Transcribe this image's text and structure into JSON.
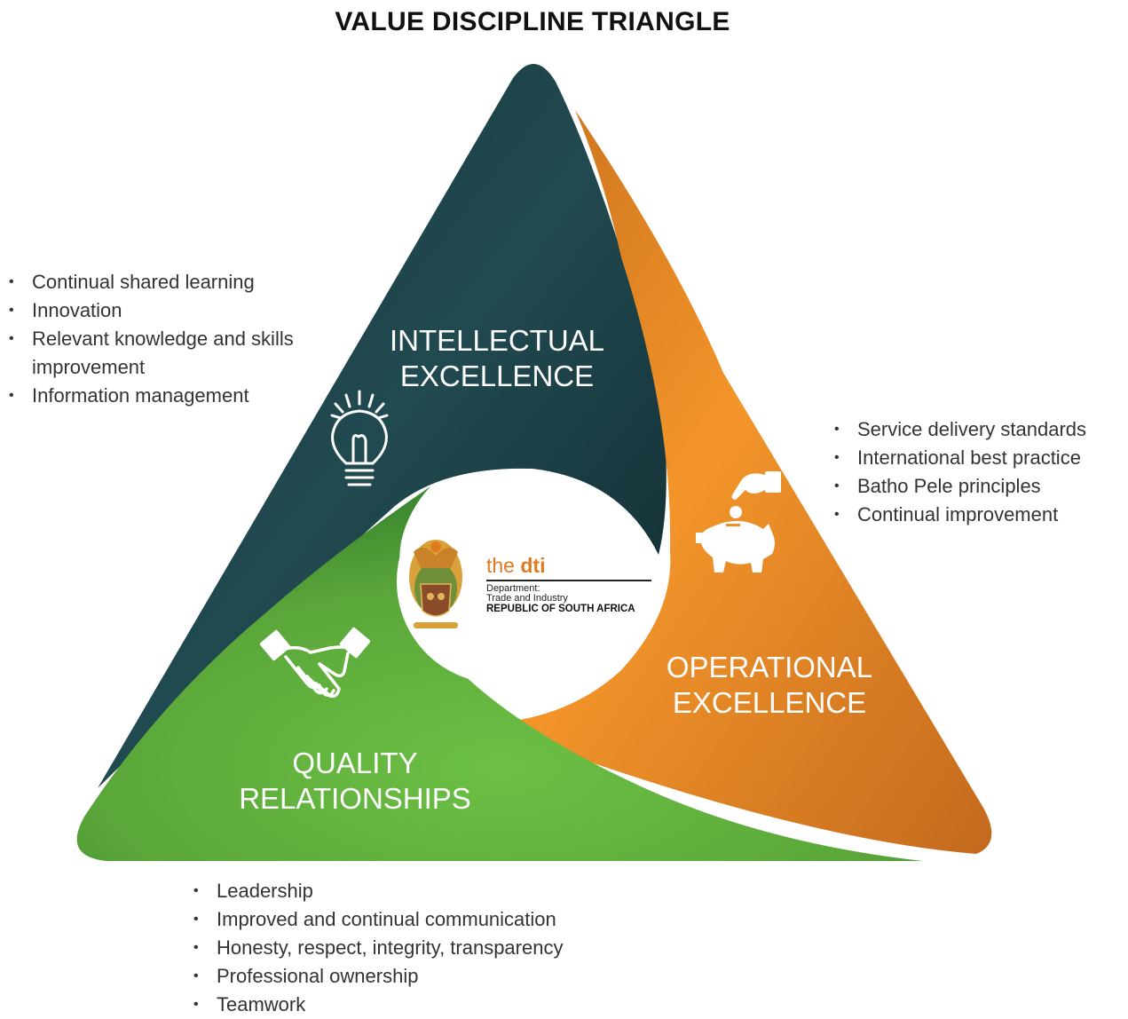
{
  "title": "VALUE DISCIPLINE TRIANGLE",
  "segments": {
    "intellectual": {
      "line1": "INTELLECTUAL",
      "line2": "EXCELLENCE",
      "color": "#1e3f45",
      "icon": "lightbulb-icon",
      "bullets": [
        "Continual shared learning",
        "Innovation",
        "Relevant knowledge and skills improvement",
        "Information management"
      ]
    },
    "operational": {
      "line1": "OPERATIONAL",
      "line2": "EXCELLENCE",
      "color": "#ef8f26",
      "icon": "piggy-bank-icon",
      "bullets": [
        "Service delivery standards",
        "International best practice",
        "Batho Pele principles",
        "Continual improvement"
      ]
    },
    "quality": {
      "line1": "QUALITY",
      "line2": "RELATIONSHIPS",
      "color": "#62b13f",
      "icon": "handshake-icon",
      "bullets": [
        "Leadership",
        "Improved and continual communication",
        "Honesty, respect, integrity, transparency",
        "Professional ownership",
        "Teamwork"
      ]
    }
  },
  "logo": {
    "the": "the",
    "dti": "dti",
    "line1": "Department:",
    "line2": "Trade and Industry",
    "line3": "REPUBLIC OF SOUTH AFRICA",
    "icon": "coat-of-arms-icon"
  }
}
